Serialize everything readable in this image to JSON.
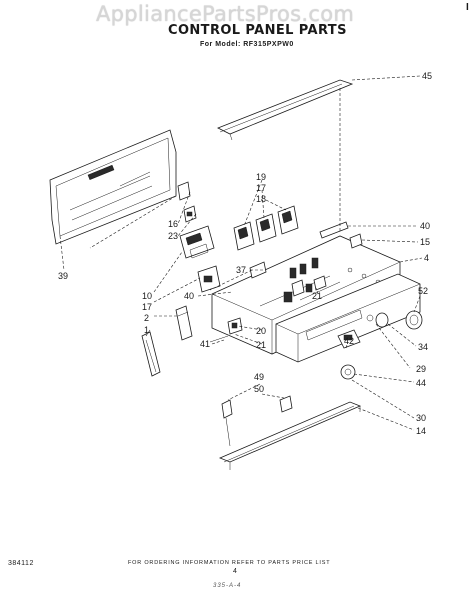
{
  "watermark": "AppliancePartsPros.com",
  "title": "CONTROL PANEL PARTS",
  "subtitle": "For Model: RF315PXPW0",
  "edge_mark": "I",
  "footer_text": "FOR ORDERING INFORMATION REFER TO PARTS PRICE LIST",
  "doc_code": "384112",
  "page_number": "4",
  "stamp": "335-A-4",
  "callouts": {
    "c45": "45",
    "c19": "19",
    "c17a": "17",
    "c18": "18",
    "c40a": "40",
    "c15": "15",
    "c16": "16",
    "c23": "23",
    "c4": "4",
    "c39": "39",
    "c37": "37",
    "c52": "52",
    "c10": "10",
    "c17b": "17",
    "c2": "2",
    "c40b": "40",
    "c21a": "21",
    "c1": "1",
    "c20": "20",
    "c41": "41",
    "c21b": "21",
    "c42": "42",
    "c34": "34",
    "c29": "29",
    "c44": "44",
    "c49": "49",
    "c50": "50",
    "c30": "30",
    "c14": "14"
  }
}
